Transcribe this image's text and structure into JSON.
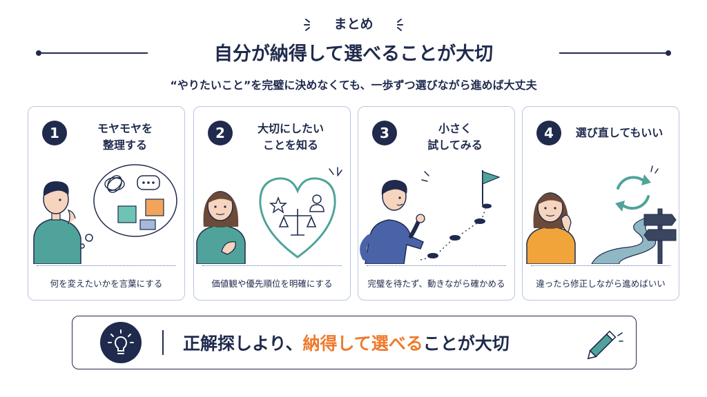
{
  "header": {
    "eyebrow": "まとめ",
    "title": "自分が納得して選べることが大切",
    "subtitle": "“やりたいこと”を完璧に決めなくても、一歩ずつ選びながら進めば大丈夫"
  },
  "cards": [
    {
      "number": "1",
      "title": "モヤモヤを\n整理する",
      "caption": "何を変えたいかを言葉にする"
    },
    {
      "number": "2",
      "title": "大切にしたい\nことを知る",
      "caption": "価値観や優先順位を明確にする"
    },
    {
      "number": "3",
      "title": "小さく\n試してみる",
      "caption": "完璧を待たず、動きながら確かめる"
    },
    {
      "number": "4",
      "title": "選び直してもいい",
      "caption": "違ったら修正しながら進めばいい"
    }
  ],
  "banner": {
    "text_before": "正解探しより、",
    "text_accent": "納得して選べる",
    "text_after": "ことが大切"
  },
  "colors": {
    "navy": "#1f2a4d",
    "accent_orange": "#ee7a2c",
    "teal": "#4fa39a",
    "card_border": "#b9c6e0"
  },
  "icons": [
    "lightbulb-icon",
    "pencil-icon",
    "star-icon",
    "person-icon",
    "scales-icon",
    "flag-icon",
    "refresh-arrows-icon",
    "signpost-icon"
  ]
}
